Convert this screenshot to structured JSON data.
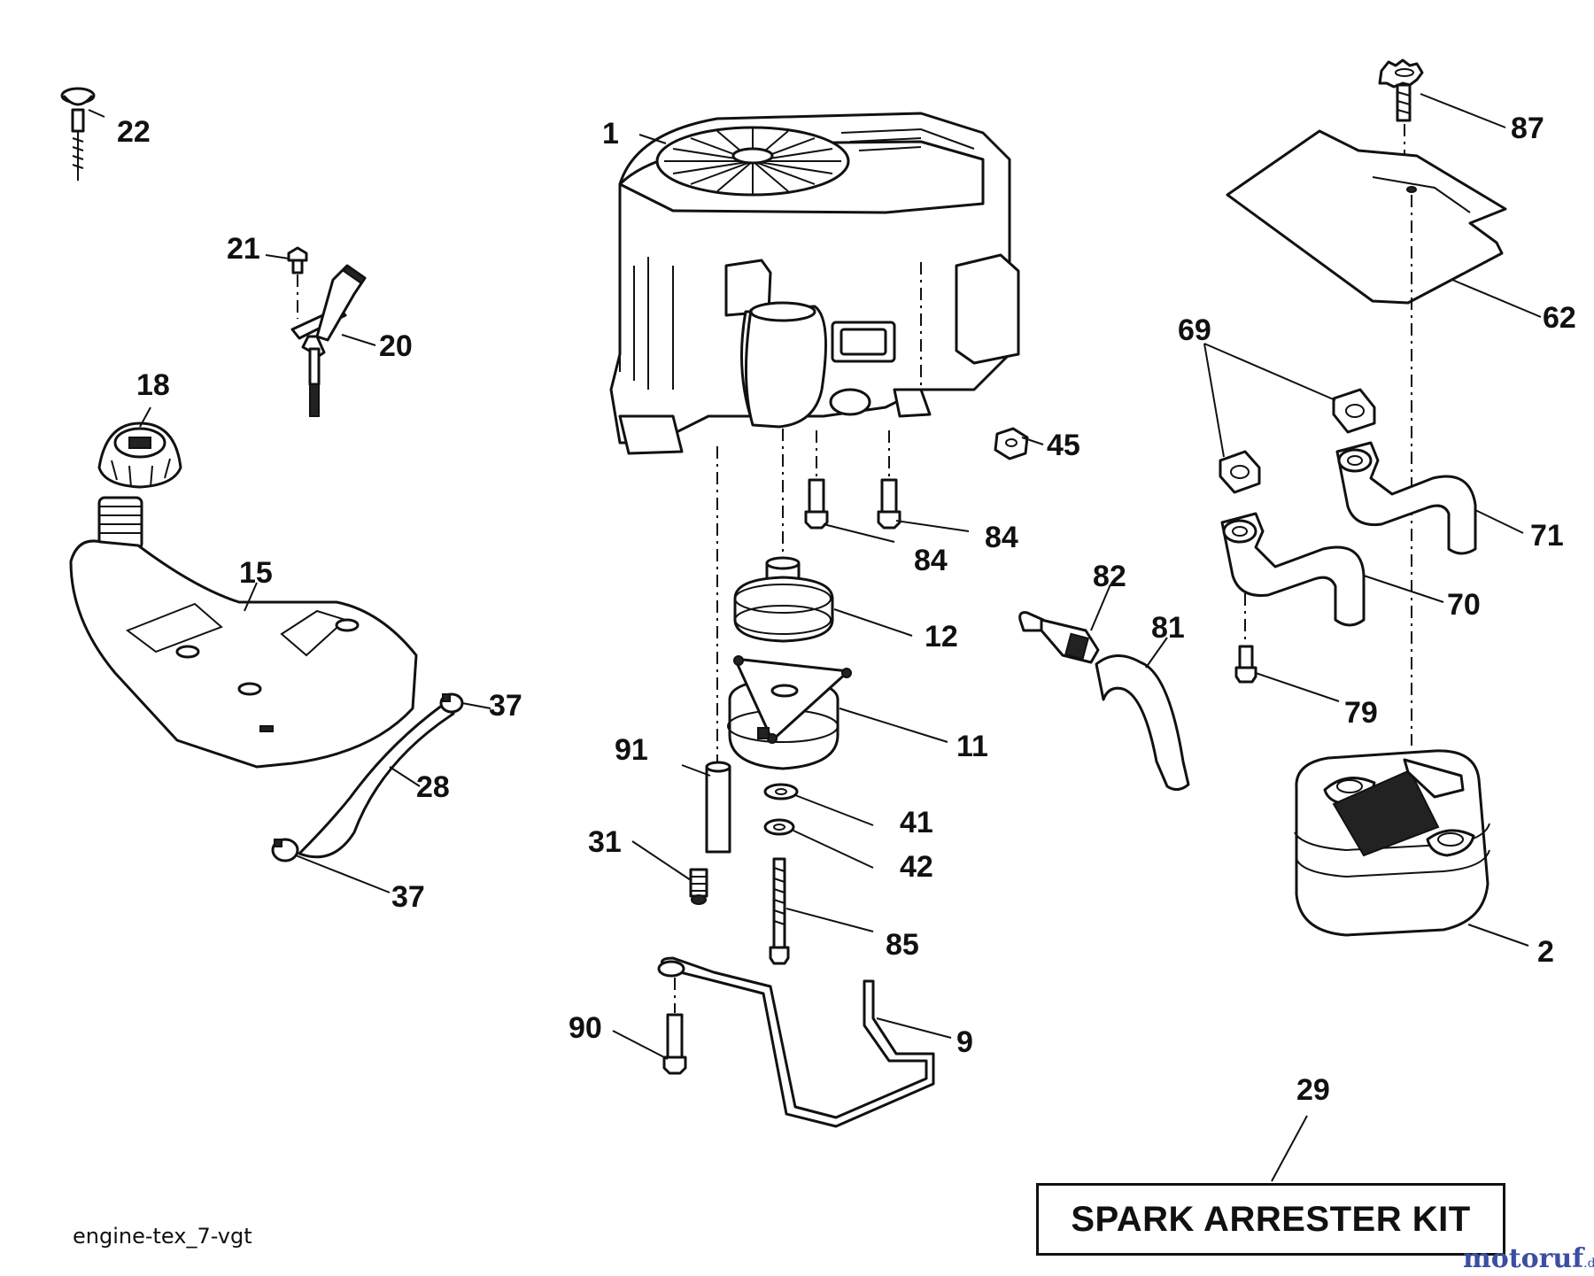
{
  "callouts": {
    "c1": "1",
    "c2": "2",
    "c9": "9",
    "c11": "11",
    "c12": "12",
    "c15": "15",
    "c18": "18",
    "c20": "20",
    "c21": "21",
    "c22": "22",
    "c28": "28",
    "c29": "29",
    "c31": "31",
    "c37a": "37",
    "c37b": "37",
    "c41": "41",
    "c42": "42",
    "c45": "45",
    "c62": "62",
    "c69": "69",
    "c70": "70",
    "c71": "71",
    "c79": "79",
    "c81": "81",
    "c82": "82",
    "c84a": "84",
    "c84b": "84",
    "c85": "85",
    "c87": "87",
    "c90": "90",
    "c91": "91"
  },
  "kit_box_label": "SPARK ARRESTER KIT",
  "diagram_code": "engine-tex_7-vgt",
  "watermark": {
    "name": "motoruf",
    "tld": ".de"
  }
}
